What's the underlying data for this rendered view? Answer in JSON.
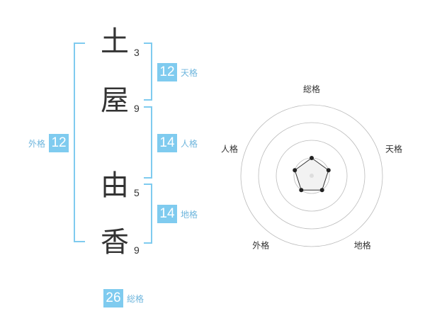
{
  "name": {
    "chars": [
      {
        "char": "土",
        "strokes": "3"
      },
      {
        "char": "屋",
        "strokes": "9"
      },
      {
        "char": "由",
        "strokes": "5"
      },
      {
        "char": "香",
        "strokes": "9"
      }
    ]
  },
  "scores": {
    "tenkaku": {
      "value": "12",
      "label": "天格"
    },
    "jinkaku": {
      "value": "14",
      "label": "人格"
    },
    "chikaku": {
      "value": "14",
      "label": "地格"
    },
    "gaikaku": {
      "value": "12",
      "label": "外格"
    },
    "soukaku": {
      "value": "26",
      "label": "総格"
    }
  },
  "radar": {
    "axes": [
      "総格",
      "天格",
      "地格",
      "外格",
      "人格"
    ],
    "levels": 4,
    "max": 4,
    "values": [
      1,
      1,
      1,
      1,
      1
    ],
    "colors": {
      "ring": "#bbbbbb",
      "line": "#333333",
      "point": "#222222",
      "center": "#dddddd",
      "fill": "#f2f2f2"
    }
  },
  "colors": {
    "accent": "#7fcbef"
  }
}
